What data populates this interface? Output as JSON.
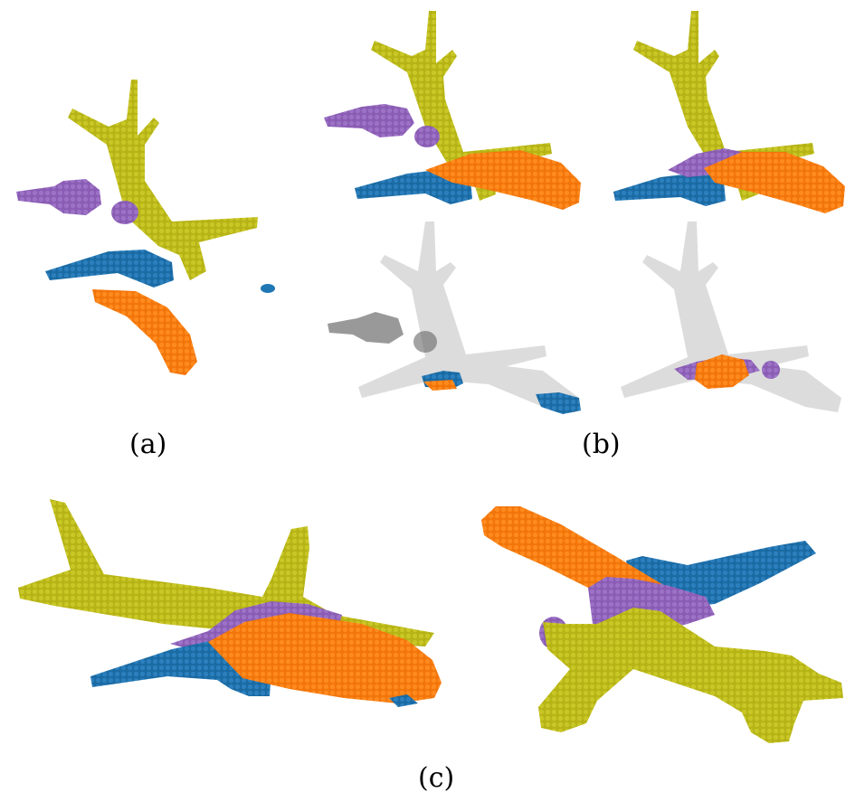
{
  "captions": {
    "a": "(a)",
    "b": "(b)",
    "c": "(c)"
  },
  "colors": {
    "body": "#b8b613",
    "wing": "#1f77b4",
    "fuselage": "#ff7f0e",
    "engine": "#9467bd",
    "ghost": "#9a9a9a"
  }
}
